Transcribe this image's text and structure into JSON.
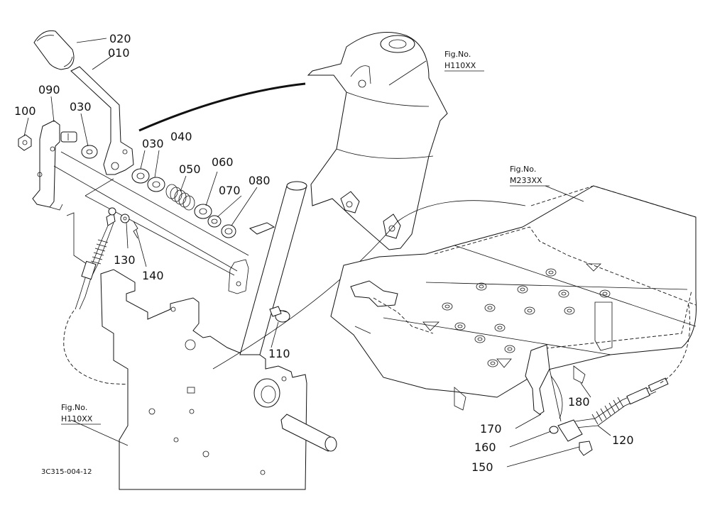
{
  "parts": [
    {
      "id": "p020",
      "label": "020"
    },
    {
      "id": "p010",
      "label": "010"
    },
    {
      "id": "p090",
      "label": "090"
    },
    {
      "id": "p030a",
      "label": "030"
    },
    {
      "id": "p100",
      "label": "100"
    },
    {
      "id": "p030b",
      "label": "030"
    },
    {
      "id": "p040",
      "label": "040"
    },
    {
      "id": "p050",
      "label": "050"
    },
    {
      "id": "p060",
      "label": "060"
    },
    {
      "id": "p070",
      "label": "070"
    },
    {
      "id": "p080",
      "label": "080"
    },
    {
      "id": "p130",
      "label": "130"
    },
    {
      "id": "p140",
      "label": "140"
    },
    {
      "id": "p110",
      "label": "110"
    },
    {
      "id": "p180",
      "label": "180"
    },
    {
      "id": "p170",
      "label": "170"
    },
    {
      "id": "p160",
      "label": "160"
    },
    {
      "id": "p120",
      "label": "120"
    },
    {
      "id": "p150",
      "label": "150"
    }
  ],
  "figure_refs": [
    {
      "id": "fig_top",
      "line1": "Fig.No.",
      "line2": "H110XX"
    },
    {
      "id": "fig_right",
      "line1": "Fig.No.",
      "line2": "M233XX"
    },
    {
      "id": "fig_bottom",
      "line1": "Fig.No.",
      "line2": "H110XX"
    }
  ],
  "drawing_code": "3C315-004-12"
}
